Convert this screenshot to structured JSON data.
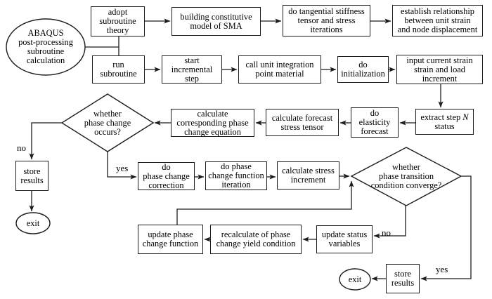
{
  "colors": {
    "background": "#ffffff",
    "ink": "#1c1c1c"
  },
  "nodes": {
    "start": {
      "lines": [
        "ABAQUS",
        "post-processing",
        "subroutine",
        "calculation"
      ]
    },
    "adopt": {
      "lines": [
        "adopt",
        "subroutine",
        "theory"
      ]
    },
    "building": {
      "lines": [
        "building constitutive",
        "model of SMA"
      ]
    },
    "tangential": {
      "lines": [
        "do tangential stiffness",
        "tensor and stress",
        "iterations"
      ]
    },
    "establish": {
      "lines": [
        "establish relationship",
        "between unit strain",
        "and node displacement"
      ]
    },
    "run": {
      "lines": [
        "run",
        "subroutine"
      ]
    },
    "start_step": {
      "lines": [
        "start",
        "incremental",
        "step"
      ]
    },
    "call_unit": {
      "lines": [
        "call unit integration",
        "point material"
      ]
    },
    "do_init": {
      "lines": [
        "do",
        "initialization"
      ]
    },
    "input_strain": {
      "lines": [
        "input current strain",
        "strain and load",
        "increment"
      ]
    },
    "phase_change_decision": {
      "lines": [
        "whether",
        "phase change",
        "occurs?"
      ]
    },
    "calc_corresponding": {
      "lines": [
        "calculate",
        "corresponding phase",
        "change equation"
      ]
    },
    "calc_forecast": {
      "lines": [
        "calculate forecast",
        "stress tensor"
      ]
    },
    "do_elasticity": {
      "lines": [
        "do",
        "elasticity",
        "forecast"
      ]
    },
    "extract_step": {
      "prefix": "extract step ",
      "variable": "N",
      "line2": "status"
    },
    "store_results_left": {
      "lines": [
        "store",
        "results"
      ]
    },
    "do_correction": {
      "lines": [
        "do",
        "phase change",
        "correction"
      ]
    },
    "do_function_iteration": {
      "lines": [
        "do phase",
        "change function",
        "iteration"
      ]
    },
    "calc_stress_increment": {
      "lines": [
        "calculate stress",
        "increment"
      ]
    },
    "converge_decision": {
      "lines": [
        "whether",
        "phase transition",
        "condition converge?"
      ]
    },
    "update_phase_function": {
      "lines": [
        "update phase",
        "change function"
      ]
    },
    "recalculate_yield": {
      "lines": [
        "recalculate of phase",
        "change yield condition"
      ]
    },
    "update_status": {
      "lines": [
        "update status",
        "variables"
      ]
    },
    "store_results_right": {
      "lines": [
        "store",
        "results"
      ]
    },
    "exit_left": {
      "label": "exit"
    },
    "exit_right": {
      "label": "exit"
    }
  },
  "branch_labels": {
    "no_left": "no",
    "yes_left": "yes",
    "no_right": "no",
    "yes_right": "yes"
  }
}
